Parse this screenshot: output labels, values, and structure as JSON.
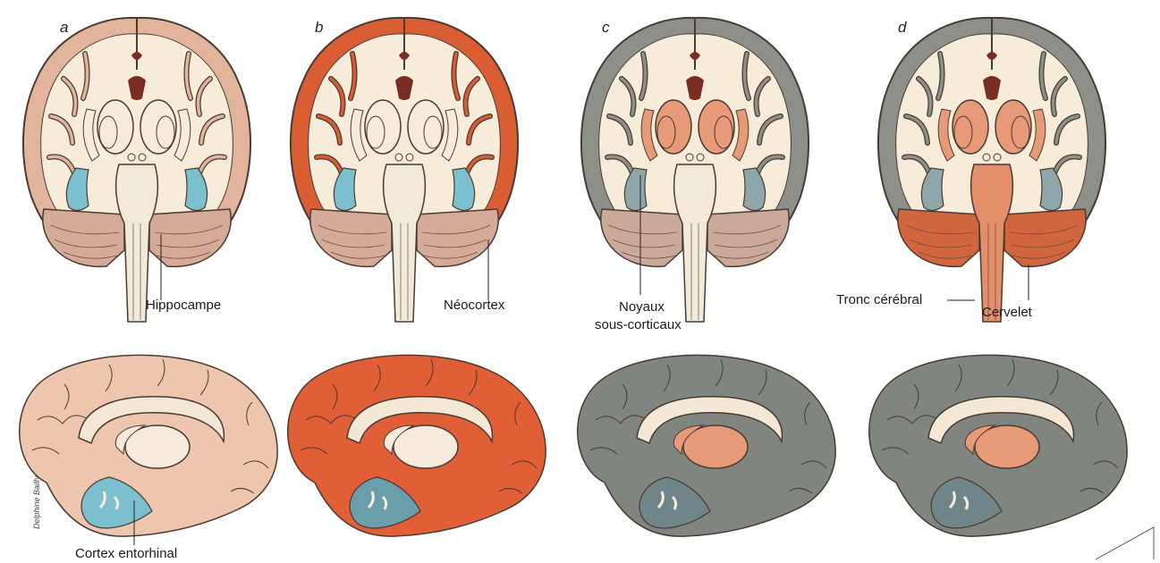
{
  "panels": [
    {
      "letter": "a",
      "highlight": "hippocampus + entorhinal cortex",
      "colors": {
        "cortex": "#e2b49b",
        "subcortical": "#f5eadc",
        "stem": "#f2ead8",
        "cerebellum": "#d4ab98",
        "hippo": "#7cbfcf",
        "medial_surface": "#eec5ad",
        "medial_hippo": "#7cbfcf"
      }
    },
    {
      "letter": "b",
      "highlight": "neocortex",
      "colors": {
        "cortex": "#d95d33",
        "subcortical": "#f5eadc",
        "stem": "#f2ead8",
        "cerebellum": "#d4ab98",
        "hippo": "#7cbfcf",
        "medial_surface": "#e05f36",
        "medial_hippo": "#6a9eaa"
      }
    },
    {
      "letter": "c",
      "highlight": "subcortical nuclei",
      "colors": {
        "cortex": "#8d8f89",
        "subcortical": "#e79a78",
        "stem": "#f2ead8",
        "cerebellum": "#c9a99a",
        "hippo": "#8fa7aa",
        "medial_surface": "#80857f",
        "medial_hippo": "#70858a"
      }
    },
    {
      "letter": "d",
      "highlight": "brainstem + cerebellum",
      "colors": {
        "cortex": "#8d8f89",
        "subcortical": "#e79a78",
        "stem": "#e58e6a",
        "cerebellum": "#d0653e",
        "hippo": "#8fa7aa",
        "medial_surface": "#80857f",
        "medial_hippo": "#70858a"
      }
    }
  ],
  "labels": {
    "hippocampe": "Hippocampe",
    "neocortex": "Néocortex",
    "noyaux_line1": "Noyaux",
    "noyaux_line2": "sous-corticaux",
    "tronc": "Tronc cérébral",
    "cervelet": "Cervelet",
    "cortex_entorhinal": "Cortex entorhinal"
  },
  "credit": "Delphine Bailly",
  "colors": {
    "outline": "#4a3a34",
    "white_matter": "#f6ecd9",
    "ventricle": "#7a2e22",
    "medial_core": "#f3e7d6"
  }
}
